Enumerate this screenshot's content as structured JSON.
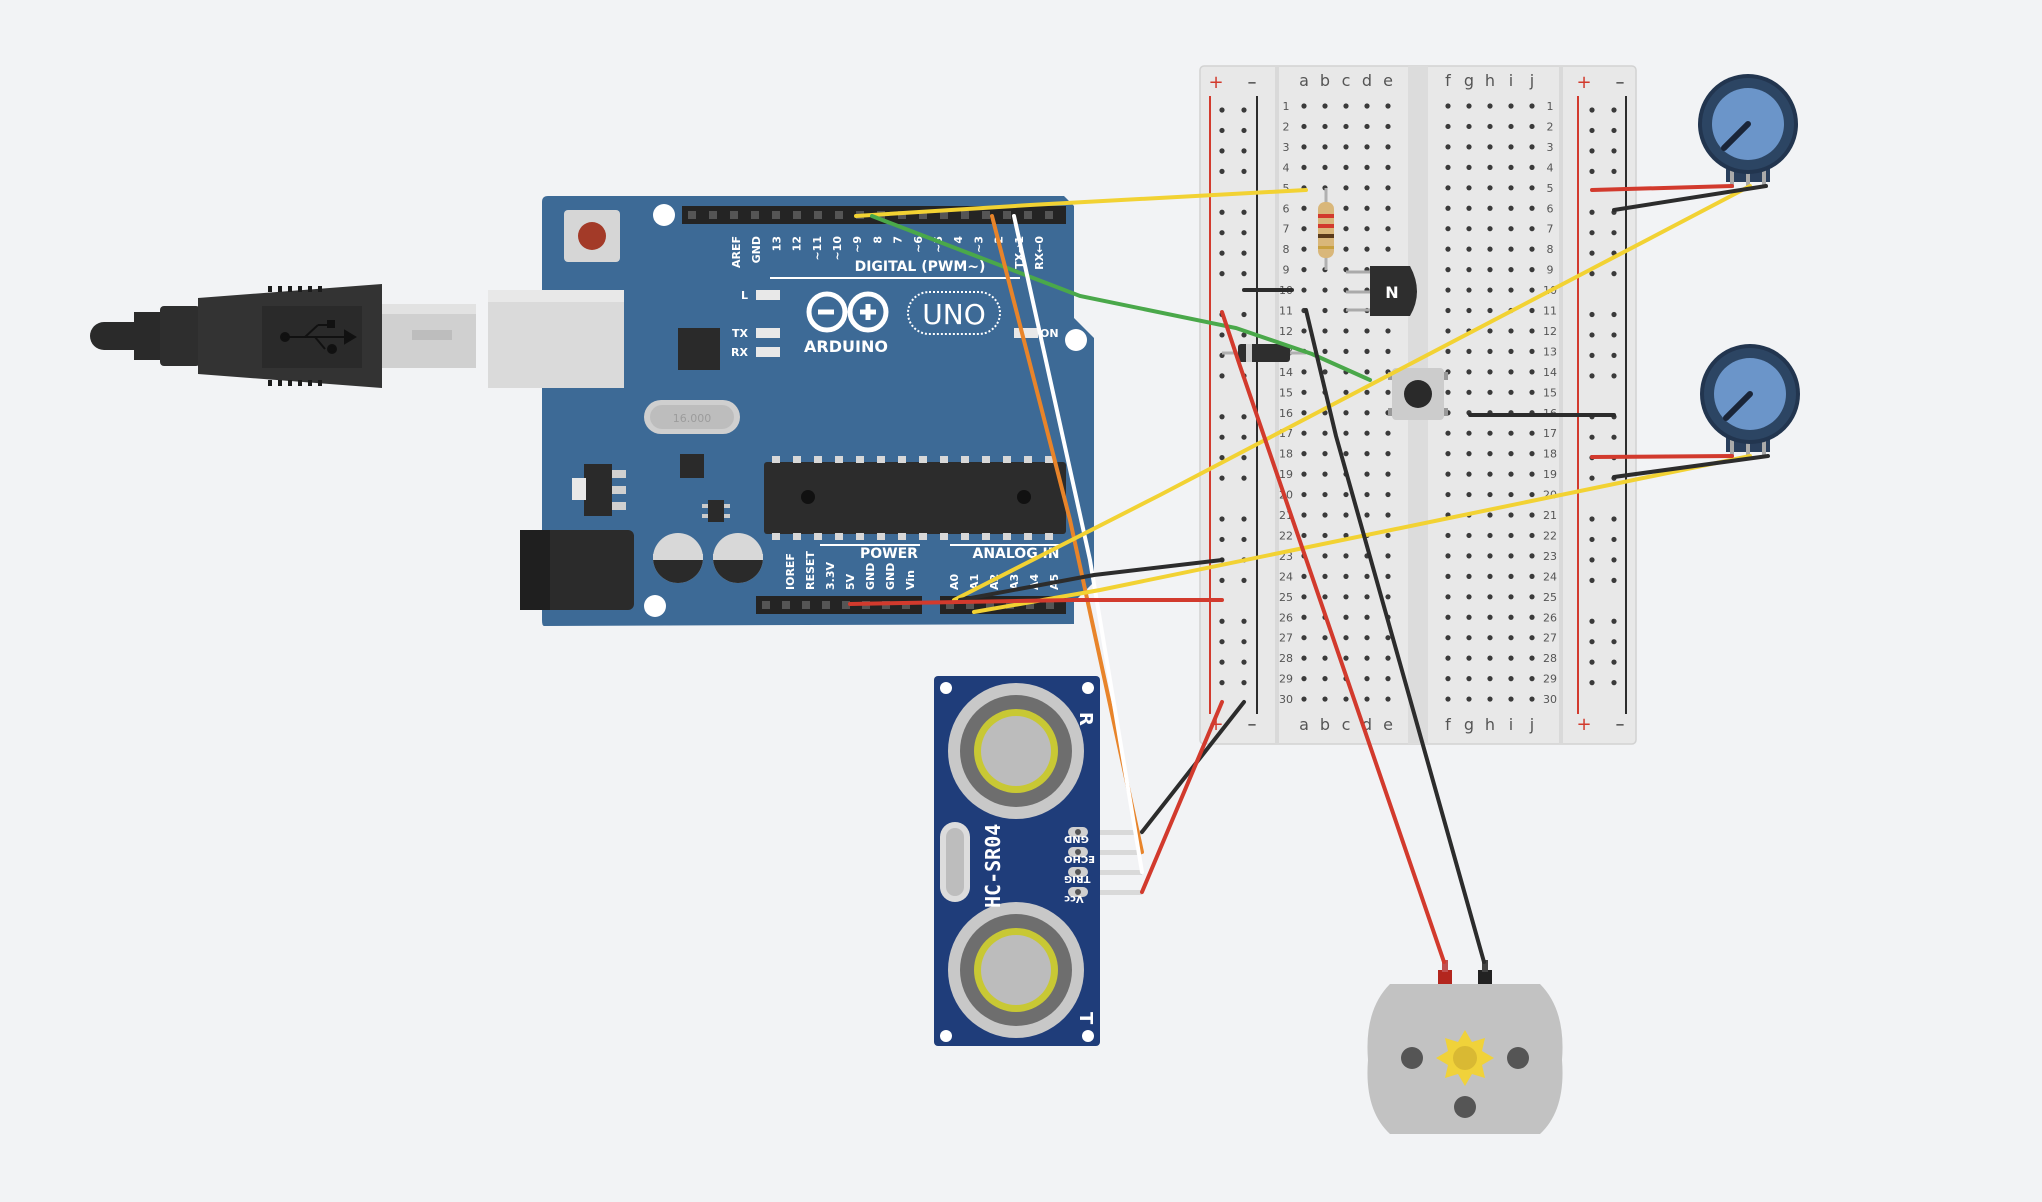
{
  "colors": {
    "background": "#f2f3f5",
    "arduino_board": "#3d6a96",
    "breadboard": "#e8e8e8",
    "sensor_board": "#1f3d7a",
    "wire_yellow": "#f2d233",
    "wire_green": "#4aa84a",
    "wire_orange": "#e8842a",
    "wire_white": "#ffffff",
    "wire_red": "#d23a2d",
    "wire_black": "#2c2c2c"
  },
  "arduino": {
    "brand": "ARDUINO",
    "model": "UNO",
    "digital_label": "DIGITAL (PWM~)",
    "power_label": "POWER",
    "analog_label": "ANALOG IN",
    "led_l": "L",
    "led_tx": "TX",
    "led_rx": "RX",
    "on_label": "ON",
    "crystal_text": "16.000",
    "digital_pins": [
      "AREF",
      "GND",
      "13",
      "12",
      "~11",
      "~10",
      "~9",
      "8",
      "7",
      "~6",
      "~5",
      "4",
      "~3",
      "2",
      "TX→1",
      "RX←0"
    ],
    "power_pins": [
      "IOREF",
      "RESET",
      "3.3V",
      "5V",
      "GND",
      "GND",
      "Vin"
    ],
    "analog_pins": [
      "A0",
      "A1",
      "A2",
      "A3",
      "A4",
      "A5"
    ]
  },
  "breadboard": {
    "plus": "+",
    "minus": "–",
    "columns_left": [
      "a",
      "b",
      "c",
      "d",
      "e"
    ],
    "columns_right": [
      "f",
      "g",
      "h",
      "i",
      "j"
    ],
    "row_count": 30
  },
  "transistor": {
    "label": "N"
  },
  "sensor": {
    "model": "HC-SR04",
    "pins": [
      "GND",
      "ECHO",
      "TRIG",
      "Vcc"
    ],
    "t_label": "T",
    "r_label": "R"
  }
}
